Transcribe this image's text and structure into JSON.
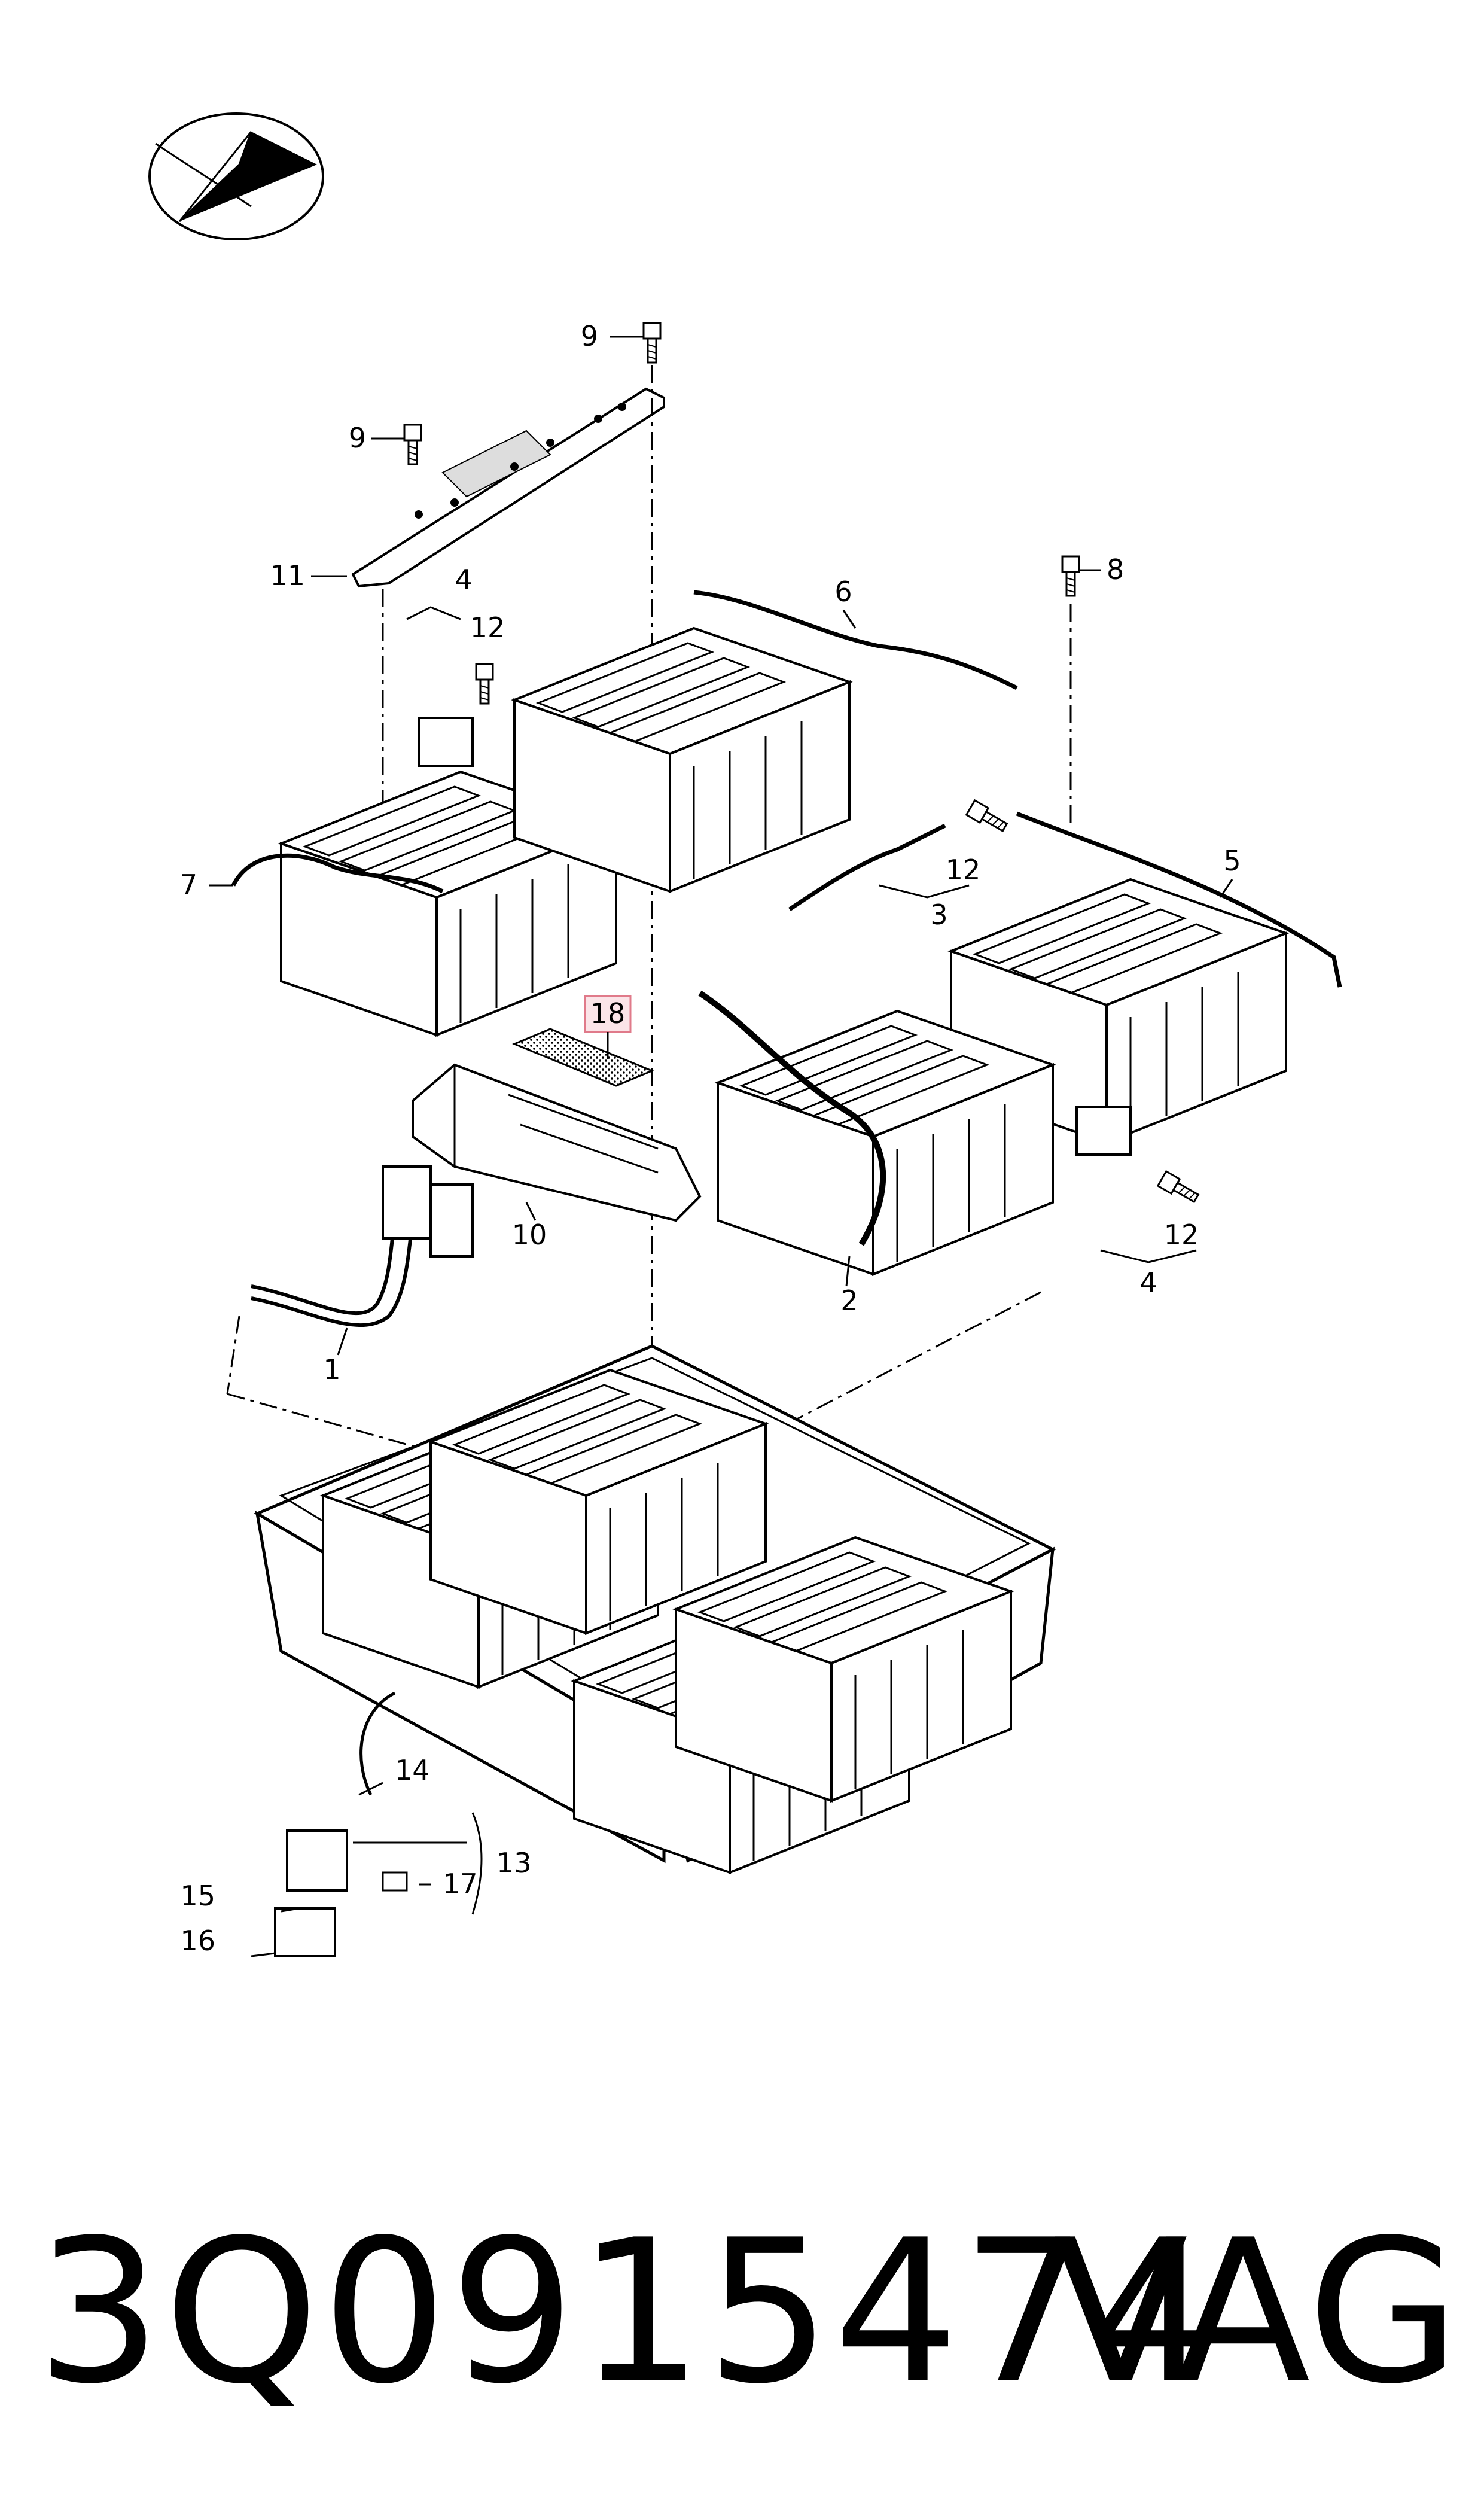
{
  "callouts": {
    "c1": "1",
    "c2": "2",
    "c3": "3",
    "c4a": "4",
    "c4b": "4",
    "c5": "5",
    "c6": "6",
    "c7": "7",
    "c8": "8",
    "c9a": "9",
    "c9b": "9",
    "c10": "10",
    "c11": "11",
    "c12a": "12",
    "c12b": "12",
    "c12c": "12",
    "c13": "13",
    "c14": "14",
    "c15": "15",
    "c16": "16",
    "c17": "17",
    "c18": "18"
  },
  "footer": {
    "part_number": "3Q0915474",
    "brand": "VAG"
  },
  "colors": {
    "highlight_border": "#e07a8a",
    "highlight_fill": "#fbe4e8",
    "line": "#000000"
  }
}
